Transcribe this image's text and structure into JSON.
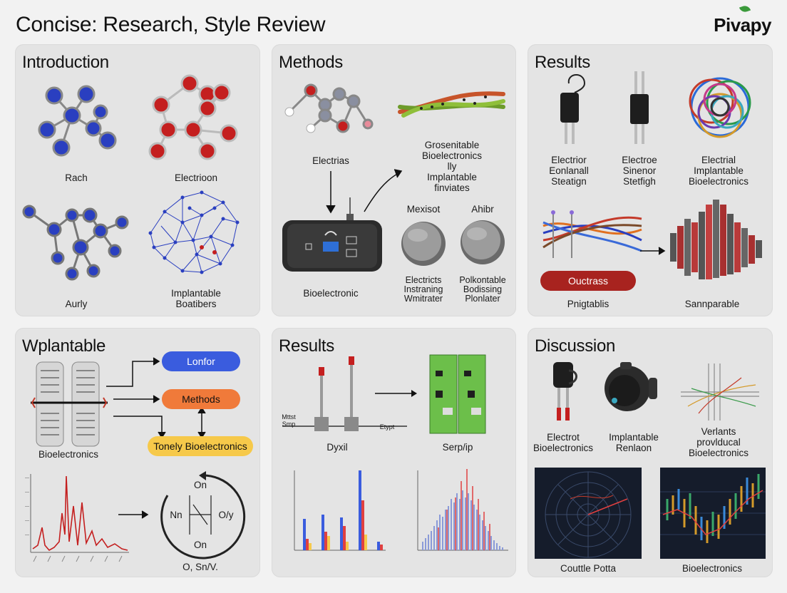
{
  "header": {
    "title": "Concise: Research, Style Review",
    "brand": "Pivapy"
  },
  "panels": {
    "p1": {
      "heading": "Introduction",
      "labels": [
        "Rach",
        "Electrioon",
        "Aurly",
        "Implantable\nBoatibers"
      ]
    },
    "p2": {
      "heading": "Methods",
      "labels": [
        "Electrias",
        "Grosenitable\nBioelectronics lly\nImplantable finviates",
        "Bioelectronic",
        "Mexisot",
        "Ahibr",
        "Electricts\nInstraning\nWmitrater",
        "Polkontable\nBodissing\nPlonlater"
      ]
    },
    "p3": {
      "heading": "Results",
      "labels": [
        "Electrior\nEonlanall\nSteatign",
        "Electroe\nSinenor\nStetfigh",
        "Electrial\nImplantable\nBioelectronics",
        "Pnigtablis",
        "Sannparable"
      ],
      "button": "Ouctrass"
    },
    "p4": {
      "heading": "Wplantable",
      "labels": [
        "Bioelectronics",
        "On",
        "Nn",
        "O/y",
        "On",
        "O, Sn/V."
      ],
      "pills": [
        "Lonfor",
        "Methods",
        "Tonely Bioelectronics"
      ]
    },
    "p5": {
      "heading": "Results",
      "labels": [
        "Mttst\nSmp",
        "Dyxil",
        "Etypt",
        "Serp/ip"
      ]
    },
    "p6": {
      "heading": "Discussion",
      "labels": [
        "Electrot\nBioelectronics",
        "Implantable\nRenlaon",
        "Verlants provlducal\nBioelectronics",
        "Couttle Potta",
        "Bioelectronics"
      ]
    }
  },
  "colors": {
    "panel": "#e4e4e4",
    "blue": "#2a3fc0",
    "red": "#c41f1f",
    "pill_blue": "#3a5cde",
    "pill_orange": "#f07a3a",
    "pill_yellow": "#f6c94a",
    "button_red": "#a8231f",
    "board_green": "#6cbf4a"
  }
}
